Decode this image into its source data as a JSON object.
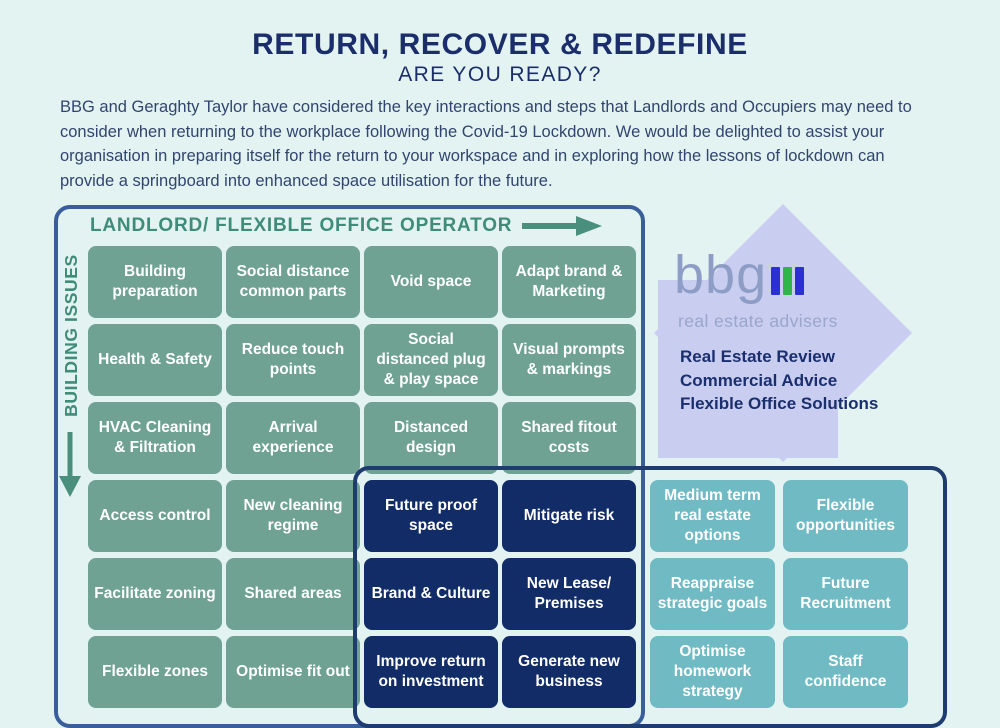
{
  "header": {
    "title": "RETURN, RECOVER & REDEFINE",
    "subtitle": "ARE YOU READY?",
    "intro": "BBG and Geraghty Taylor have considered the key interactions and steps that Landlords and Occupiers may need to consider when returning to the workplace following the Covid-19 Lockdown. We would be delighted to assist your organisation in preparing itself for the return to your workspace and in exploring how the lessons of lockdown can provide a springboard into enhanced space utilisation for the future."
  },
  "landlord": {
    "header": "LANDLORD/ FLEXIBLE OFFICE OPERATOR",
    "side_label": "BUILDING ISSUES",
    "cells": [
      {
        "label": "Building preparation",
        "variant": "green"
      },
      {
        "label": "Social distance common parts",
        "variant": "green"
      },
      {
        "label": "Void space",
        "variant": "green"
      },
      {
        "label": "Adapt brand & Marketing",
        "variant": "green"
      },
      {
        "label": "Health & Safety",
        "variant": "green"
      },
      {
        "label": "Reduce touch points",
        "variant": "green"
      },
      {
        "label": "Social distanced plug & play space",
        "variant": "green"
      },
      {
        "label": "Visual prompts & markings",
        "variant": "green"
      },
      {
        "label": "HVAC Cleaning & Filtration",
        "variant": "green"
      },
      {
        "label": "Arrival experience",
        "variant": "green"
      },
      {
        "label": "Distanced design",
        "variant": "green"
      },
      {
        "label": "Shared fitout costs",
        "variant": "green"
      },
      {
        "label": "Access control",
        "variant": "green"
      },
      {
        "label": "New cleaning regime",
        "variant": "green"
      },
      {
        "label": "Future proof space",
        "variant": "navy"
      },
      {
        "label": "Mitigate risk",
        "variant": "navy"
      },
      {
        "label": "Facilitate zoning",
        "variant": "green"
      },
      {
        "label": "Shared areas",
        "variant": "green"
      },
      {
        "label": "Brand & Culture",
        "variant": "navy"
      },
      {
        "label": "New Lease/ Premises",
        "variant": "navy"
      },
      {
        "label": "Flexible zones",
        "variant": "green"
      },
      {
        "label": "Optimise fit out",
        "variant": "green"
      },
      {
        "label": "Improve return on investment",
        "variant": "navy"
      },
      {
        "label": "Generate new business",
        "variant": "navy"
      }
    ]
  },
  "occupier": {
    "cells": [
      {
        "label": "Medium term real estate options"
      },
      {
        "label": "Flexible opportunities"
      },
      {
        "label": "Reappraise strategic goals"
      },
      {
        "label": "Future Recruitment"
      },
      {
        "label": "Optimise homework strategy"
      },
      {
        "label": "Staff confidence"
      }
    ]
  },
  "bbg": {
    "logo": "bbg",
    "tagline": "real estate advisers",
    "services": [
      "Real Estate Review",
      "Commercial Advice",
      "Flexible Office Solutions"
    ]
  },
  "colors": {
    "background": "#E2F3F1",
    "navy_text": "#1B2E6B",
    "teal_label": "#3F8C7B",
    "green_cell": "#6FA293",
    "navy_cell": "#112C66",
    "teal_cell": "#70BAC4",
    "landlord_border": "#3A5E99",
    "occupier_border": "#1E3C6F",
    "lavender": "#C9CEF0",
    "bar_blue": "#2B2FD4",
    "bar_green": "#2FB54A"
  }
}
